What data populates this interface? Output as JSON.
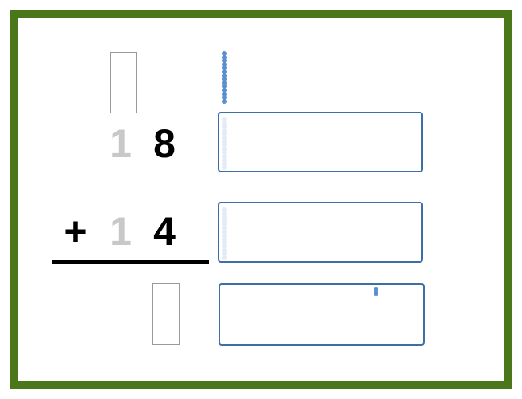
{
  "problem": {
    "operator": "+",
    "addend1": {
      "tens": "1",
      "ones": "8"
    },
    "addend2": {
      "tens": "1",
      "ones": "4"
    }
  },
  "colors": {
    "frame_border": "#4a7719",
    "tray_border": "#3e6ea6",
    "bead": "#5b8fcf",
    "bead_ghost": "#e3ebf6",
    "hint_digit": "#c8c8c8"
  },
  "manipulatives": {
    "carry_column_beads": 14,
    "tray_1_ghost_beads": 14,
    "tray_2_ghost_beads": 14,
    "tray_3_beads": 2
  }
}
